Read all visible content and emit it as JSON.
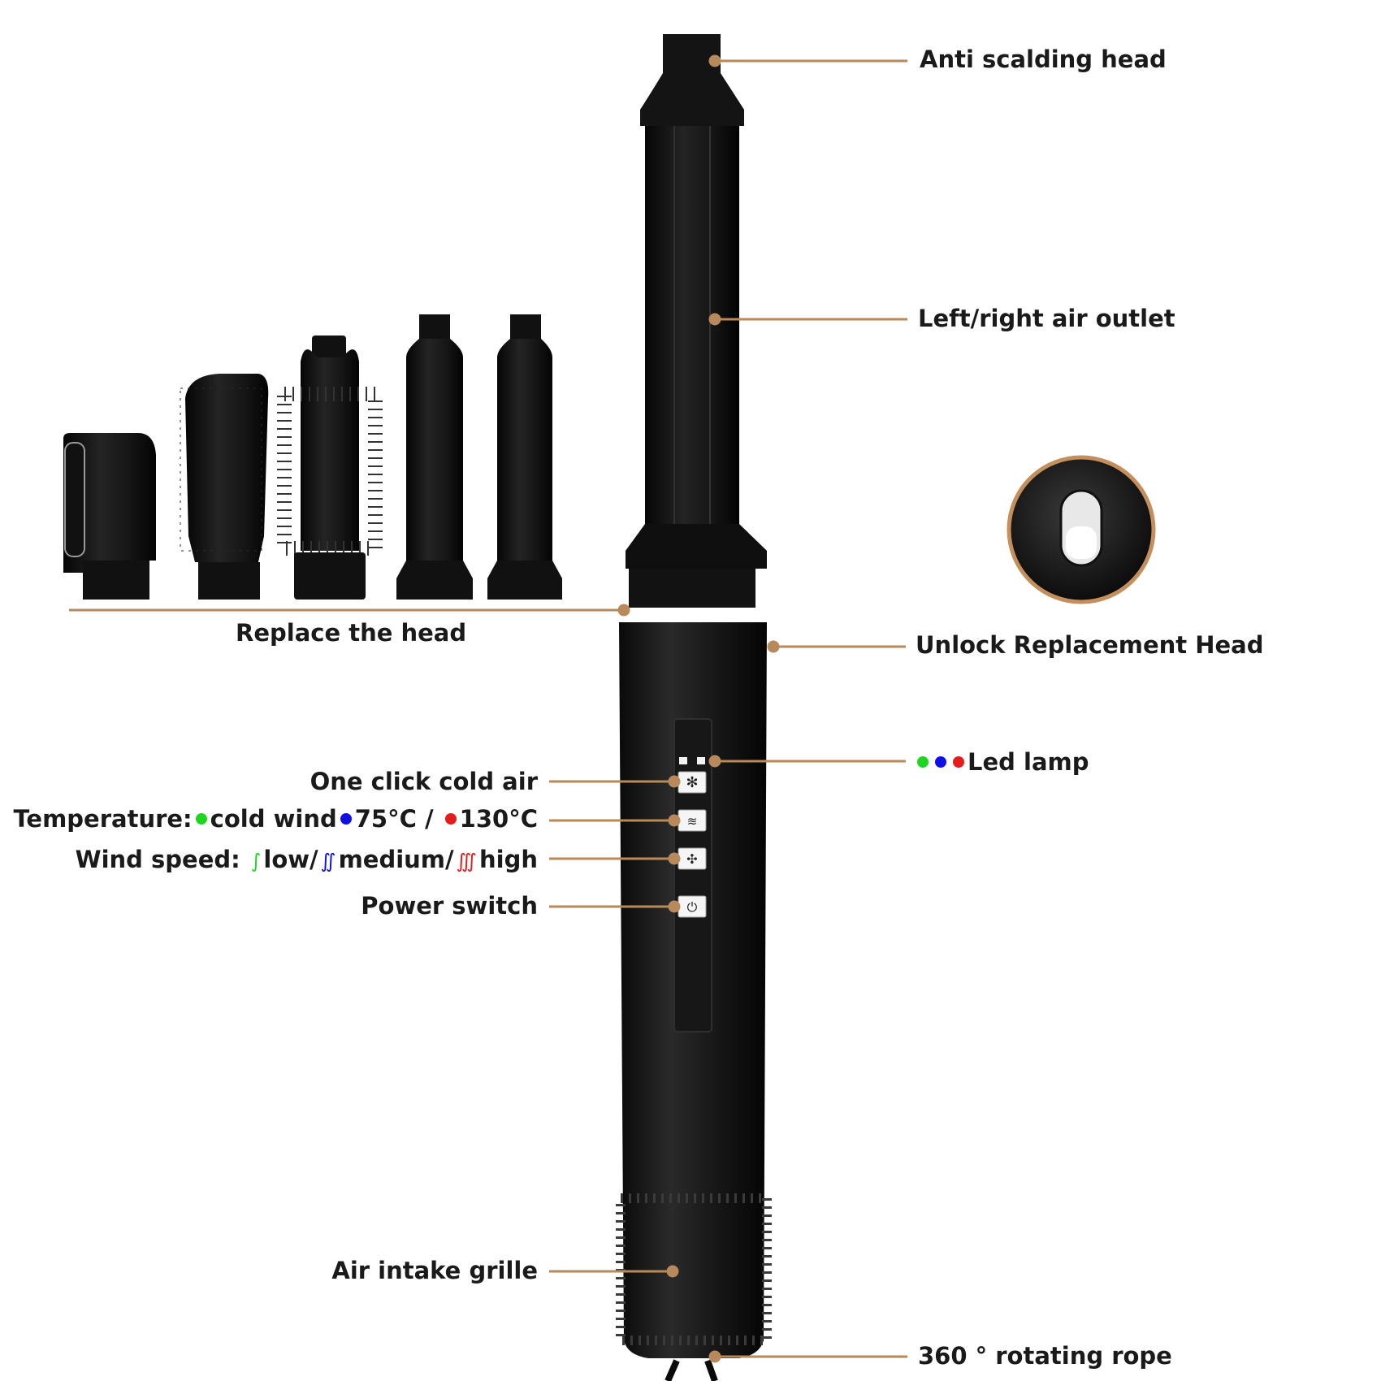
{
  "labels": {
    "anti_scalding_head": "Anti scalding head",
    "air_outlet": "Left/right air outlet",
    "replace_head": "Replace the head",
    "unlock_head": "Unlock Replacement Head",
    "led_lamp": "Led lamp",
    "cold_air": "One click cold air",
    "temperature": {
      "prefix": "Temperature:",
      "cold": "cold wind",
      "mid": "75°C",
      "sep": "/",
      "high": "130°C"
    },
    "wind_speed": {
      "prefix": "Wind speed:",
      "low": "low/",
      "medium": "medium/",
      "high": "high"
    },
    "power_switch": "Power switch",
    "air_intake": "Air intake grille",
    "rotating_rope": "360 ° rotating rope"
  },
  "icons": {
    "cold_air_button": "snowflake-icon",
    "heat_button": "heat-waves-icon",
    "fan_button": "fan-icon",
    "power_button": "power-icon"
  },
  "colors": {
    "leader": "#b8895a",
    "body": "#141414",
    "green": "#1fd61f",
    "blue": "#1010e6",
    "red": "#e61b1b",
    "text": "#1a1a1a"
  }
}
